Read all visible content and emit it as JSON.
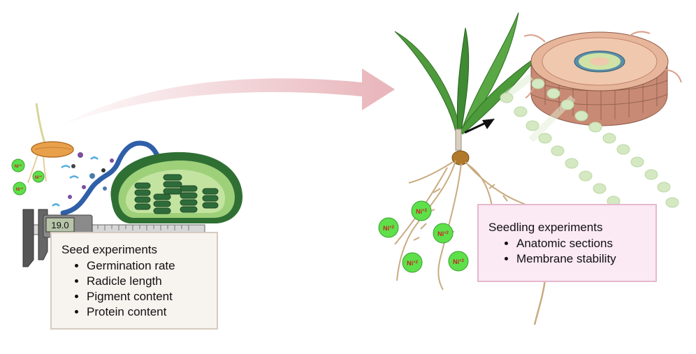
{
  "caliper": {
    "reading": "19.0"
  },
  "ions": [
    {
      "label": "Ni+2",
      "base": "Ni",
      "sup": "+2"
    },
    {
      "label": "Ni+2",
      "base": "Ni",
      "sup": "+2"
    },
    {
      "label": "Ni+2",
      "base": "Ni",
      "sup": "+2"
    },
    {
      "label": "Ni+2",
      "base": "Ni",
      "sup": "+2"
    },
    {
      "label": "Ni+2",
      "base": "Ni",
      "sup": "+2"
    },
    {
      "label": "Ni+2",
      "base": "Ni",
      "sup": "+2"
    },
    {
      "label": "Ni+2",
      "base": "Ni",
      "sup": "+2"
    },
    {
      "label": "Ni+2",
      "base": "Ni",
      "sup": "+2"
    }
  ],
  "seed_box": {
    "title": "Seed experiments",
    "items": [
      "Germination rate",
      "Radicle length",
      "Pigment content",
      "Protein content"
    ]
  },
  "seedling_box": {
    "title": "Seedling experiments",
    "items": [
      "Anatomic sections",
      "Membrane stability"
    ]
  },
  "colors": {
    "ion_fill": "#5ee04a",
    "ion_text": "#cc2222",
    "arrow": "#e8b4ba",
    "leaf": "#4f9a3c",
    "chloroplast": "#6aa84f",
    "thylakoid": "#2e6b3a",
    "root_section": "#d9a08a",
    "membrane": "#d4e8c2",
    "seed_box_fill": "#f7f3ef",
    "seedling_box_fill": "#fbe9f3"
  }
}
